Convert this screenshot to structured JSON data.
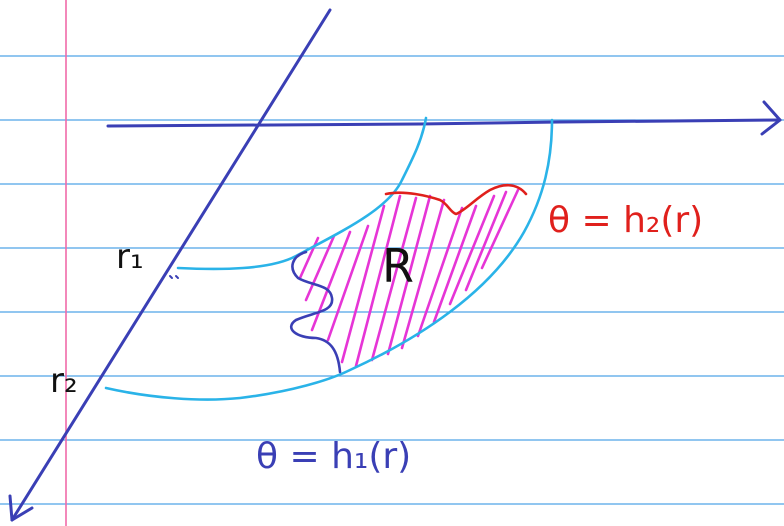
{
  "labels": {
    "r1": "r₁",
    "r2": "r₂",
    "region": "R",
    "upper_curve": "θ = h₂(r)",
    "lower_curve": "θ = h₁(r)"
  },
  "colors": {
    "paper_rule": "#4fa3e8",
    "margin_line": "#f06aa8",
    "axis": "#3a3fb5",
    "arc": "#2ab3e8",
    "upper_boundary": "#e0201c",
    "lower_boundary": "#3a3fb5",
    "hatch": "#e635d6",
    "text_blue": "#3a3fb5",
    "text_red": "#e0201c",
    "text_black": "#111111"
  }
}
